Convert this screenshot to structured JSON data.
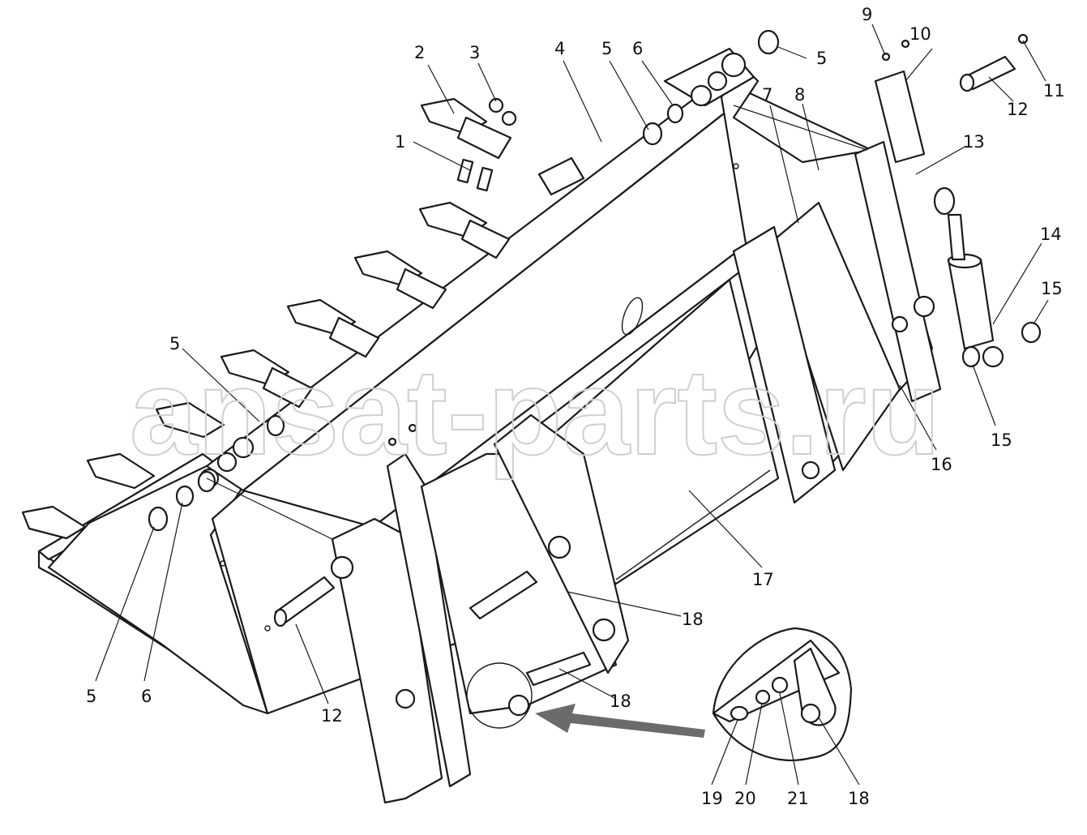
{
  "watermark": "ansat-parts.ru",
  "callouts": [
    {
      "id": "c1",
      "label": "1"
    },
    {
      "id": "c2",
      "label": "2"
    },
    {
      "id": "c3",
      "label": "3"
    },
    {
      "id": "c4",
      "label": "4"
    },
    {
      "id": "c5a",
      "label": "5"
    },
    {
      "id": "c6a",
      "label": "6"
    },
    {
      "id": "c5b",
      "label": "5"
    },
    {
      "id": "c7",
      "label": "7"
    },
    {
      "id": "c8",
      "label": "8"
    },
    {
      "id": "c9",
      "label": "9"
    },
    {
      "id": "c10",
      "label": "10"
    },
    {
      "id": "c11",
      "label": "11"
    },
    {
      "id": "c12a",
      "label": "12"
    },
    {
      "id": "c13",
      "label": "13"
    },
    {
      "id": "c14",
      "label": "14"
    },
    {
      "id": "c15a",
      "label": "15"
    },
    {
      "id": "c15b",
      "label": "15"
    },
    {
      "id": "c16",
      "label": "16"
    },
    {
      "id": "c5c",
      "label": "5"
    },
    {
      "id": "c17",
      "label": "17"
    },
    {
      "id": "c18a",
      "label": "18"
    },
    {
      "id": "c18b",
      "label": "18"
    },
    {
      "id": "c5d",
      "label": "5"
    },
    {
      "id": "c6b",
      "label": "6"
    },
    {
      "id": "c12b",
      "label": "12"
    },
    {
      "id": "c19",
      "label": "19"
    },
    {
      "id": "c20",
      "label": "20"
    },
    {
      "id": "c21",
      "label": "21"
    },
    {
      "id": "c18c",
      "label": "18"
    }
  ],
  "colors": {
    "line": "#1a1a1a",
    "watermark": "#cfcfcf",
    "arrow": "#6b6b6b"
  }
}
